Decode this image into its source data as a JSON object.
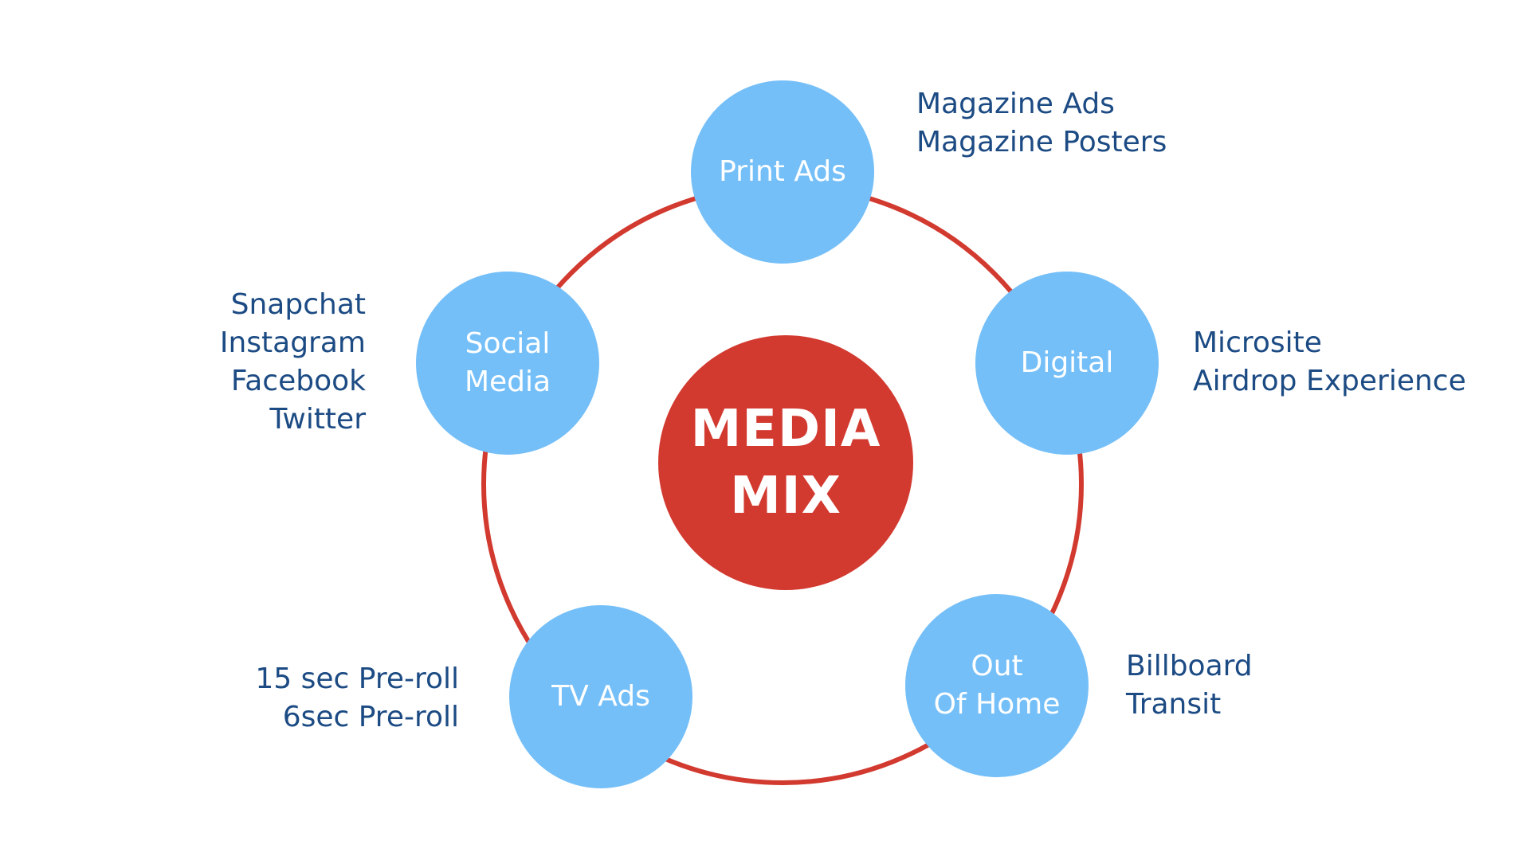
{
  "colors": {
    "ring": "#d23a30",
    "hub": "#d23a30",
    "node": "#75bff8",
    "node_text": "#ffffff",
    "list_text": "#1c4b84"
  },
  "center": {
    "line1": "MEDIA",
    "line2": "MIX"
  },
  "nodes": {
    "print_ads": {
      "label": [
        "Print Ads"
      ],
      "items": [
        "Magazine Ads",
        "Magazine Posters"
      ]
    },
    "digital": {
      "label": [
        "Digital"
      ],
      "items": [
        "Microsite",
        "Airdrop Experience"
      ]
    },
    "out_of_home": {
      "label": [
        "Out",
        "Of Home"
      ],
      "items": [
        "Billboard",
        "Transit"
      ]
    },
    "tv_ads": {
      "label": [
        "TV Ads"
      ],
      "items": [
        "15 sec Pre-roll",
        "6sec Pre-roll"
      ]
    },
    "social_media": {
      "label": [
        "Social",
        "Media"
      ],
      "items": [
        "Snapchat",
        "Instagram",
        "Facebook",
        "Twitter"
      ]
    }
  }
}
